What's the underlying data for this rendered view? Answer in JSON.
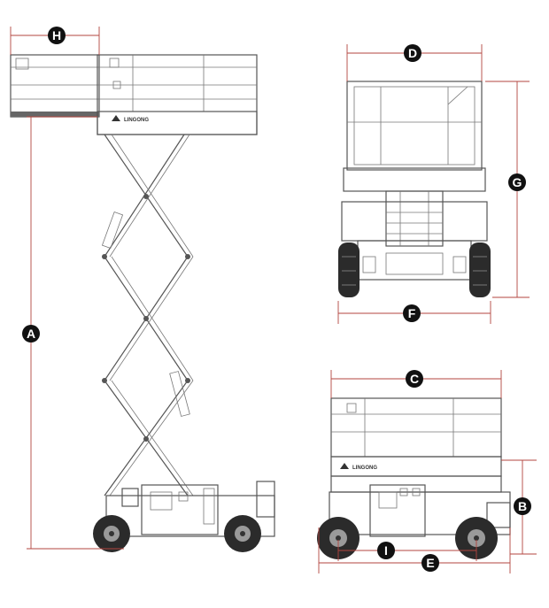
{
  "colors": {
    "dimension_line": "#b3453f",
    "marker_fill": "#111111",
    "outline": "#555555",
    "tire": "#2b2b2b"
  },
  "brand": "LINGONG",
  "markers": {
    "A": "A",
    "B": "B",
    "C": "C",
    "D": "D",
    "E": "E",
    "F": "F",
    "G": "G",
    "H": "H",
    "I": "I"
  }
}
